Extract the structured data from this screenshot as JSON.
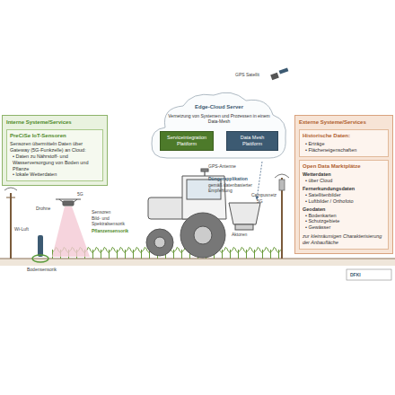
{
  "diagram": {
    "nodes": [
      {
        "text": [
          "Interne Systeme/Services"
        ]
      },
      {
        "text": [
          "PreCiSe IoT-Sensoren",
          "Sensoren übermitteln Daten über Gateway (5G-Funkzelle) an Cloud:",
          "• Daten zu Nährstoff- und Wasserversorgung von Boden und Pflanze",
          "• lokale Wetterdaten"
        ],
        "in": 0
      },
      {
        "text": [
          "Edge-Cloud Server",
          "Vernetzung von Systemen und Prozessen in einem Data-Mesh"
        ]
      },
      {
        "text": [
          "Serviceintegration Plattform"
        ],
        "in": 2
      },
      {
        "text": [
          "Data Mesh Plattform"
        ],
        "in": 2
      },
      {
        "text": [
          "Externe Systeme/Services"
        ]
      },
      {
        "text": [
          "Historische Daten:",
          "• Erträge",
          "• Flächeneigenschaften"
        ],
        "in": 5
      },
      {
        "text": [
          "Open Data Marktplätze",
          "Wetterdaten",
          "• über Cloud",
          "Fernerkundungsdaten",
          "• Satellitenbilder",
          "• Luftbilder / Orthofoto",
          "Geodaten",
          "• Bodenkarten",
          "• Schutzgebiete",
          "• Gewässer",
          "zur kleinräumigen Charakterisierung der Anbaufläche"
        ],
        "in": 5
      }
    ],
    "edges": [
      {
        "from": 3,
        "to": 4,
        "arrow": "both"
      }
    ],
    "labels": [
      "GPS Satellit",
      "Drohne",
      "5G",
      "Sensoren",
      "Bild- und Spektralsensorik",
      "Pflanzensensorik",
      "Bodensensorik",
      "Wi-Luft",
      "GPS-Antenne",
      "Düngerapplikation",
      "gemäß datenbasierter Empfehlung",
      "Aktoren",
      "Campusnetz",
      "5G",
      "DFKI"
    ]
  }
}
